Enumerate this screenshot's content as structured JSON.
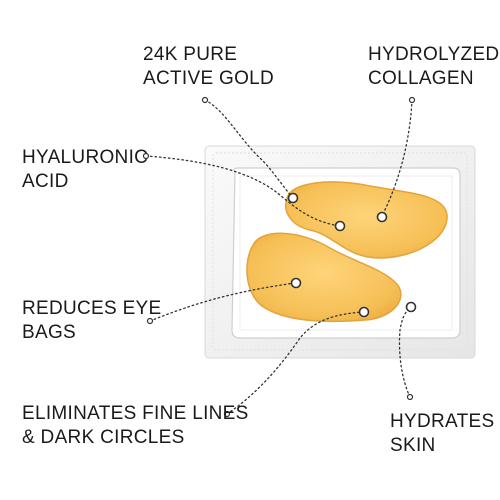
{
  "colors": {
    "patch_fill": "#f6c25b",
    "patch_edge": "#e9ab3c",
    "packet": "#f2f2f2",
    "text": "#1a1a1a",
    "connector": "#333333"
  },
  "callouts": {
    "gold": {
      "line1": "24K PURE",
      "line2": "ACTIVE GOLD"
    },
    "collagen": {
      "line1": "HYDROLYZED",
      "line2": "COLLAGEN"
    },
    "hyaluronic": {
      "line1": "HYALURONIC",
      "line2": "ACID"
    },
    "eye_bags": {
      "line1": "REDUCES EYE",
      "line2": "BAGS"
    },
    "fine_lines": {
      "line1": "ELIMINATES FINE LINES",
      "line2": "& DARK CIRCLES"
    },
    "hydrates": {
      "line1": "HYDRATES",
      "line2": "SKIN"
    }
  }
}
